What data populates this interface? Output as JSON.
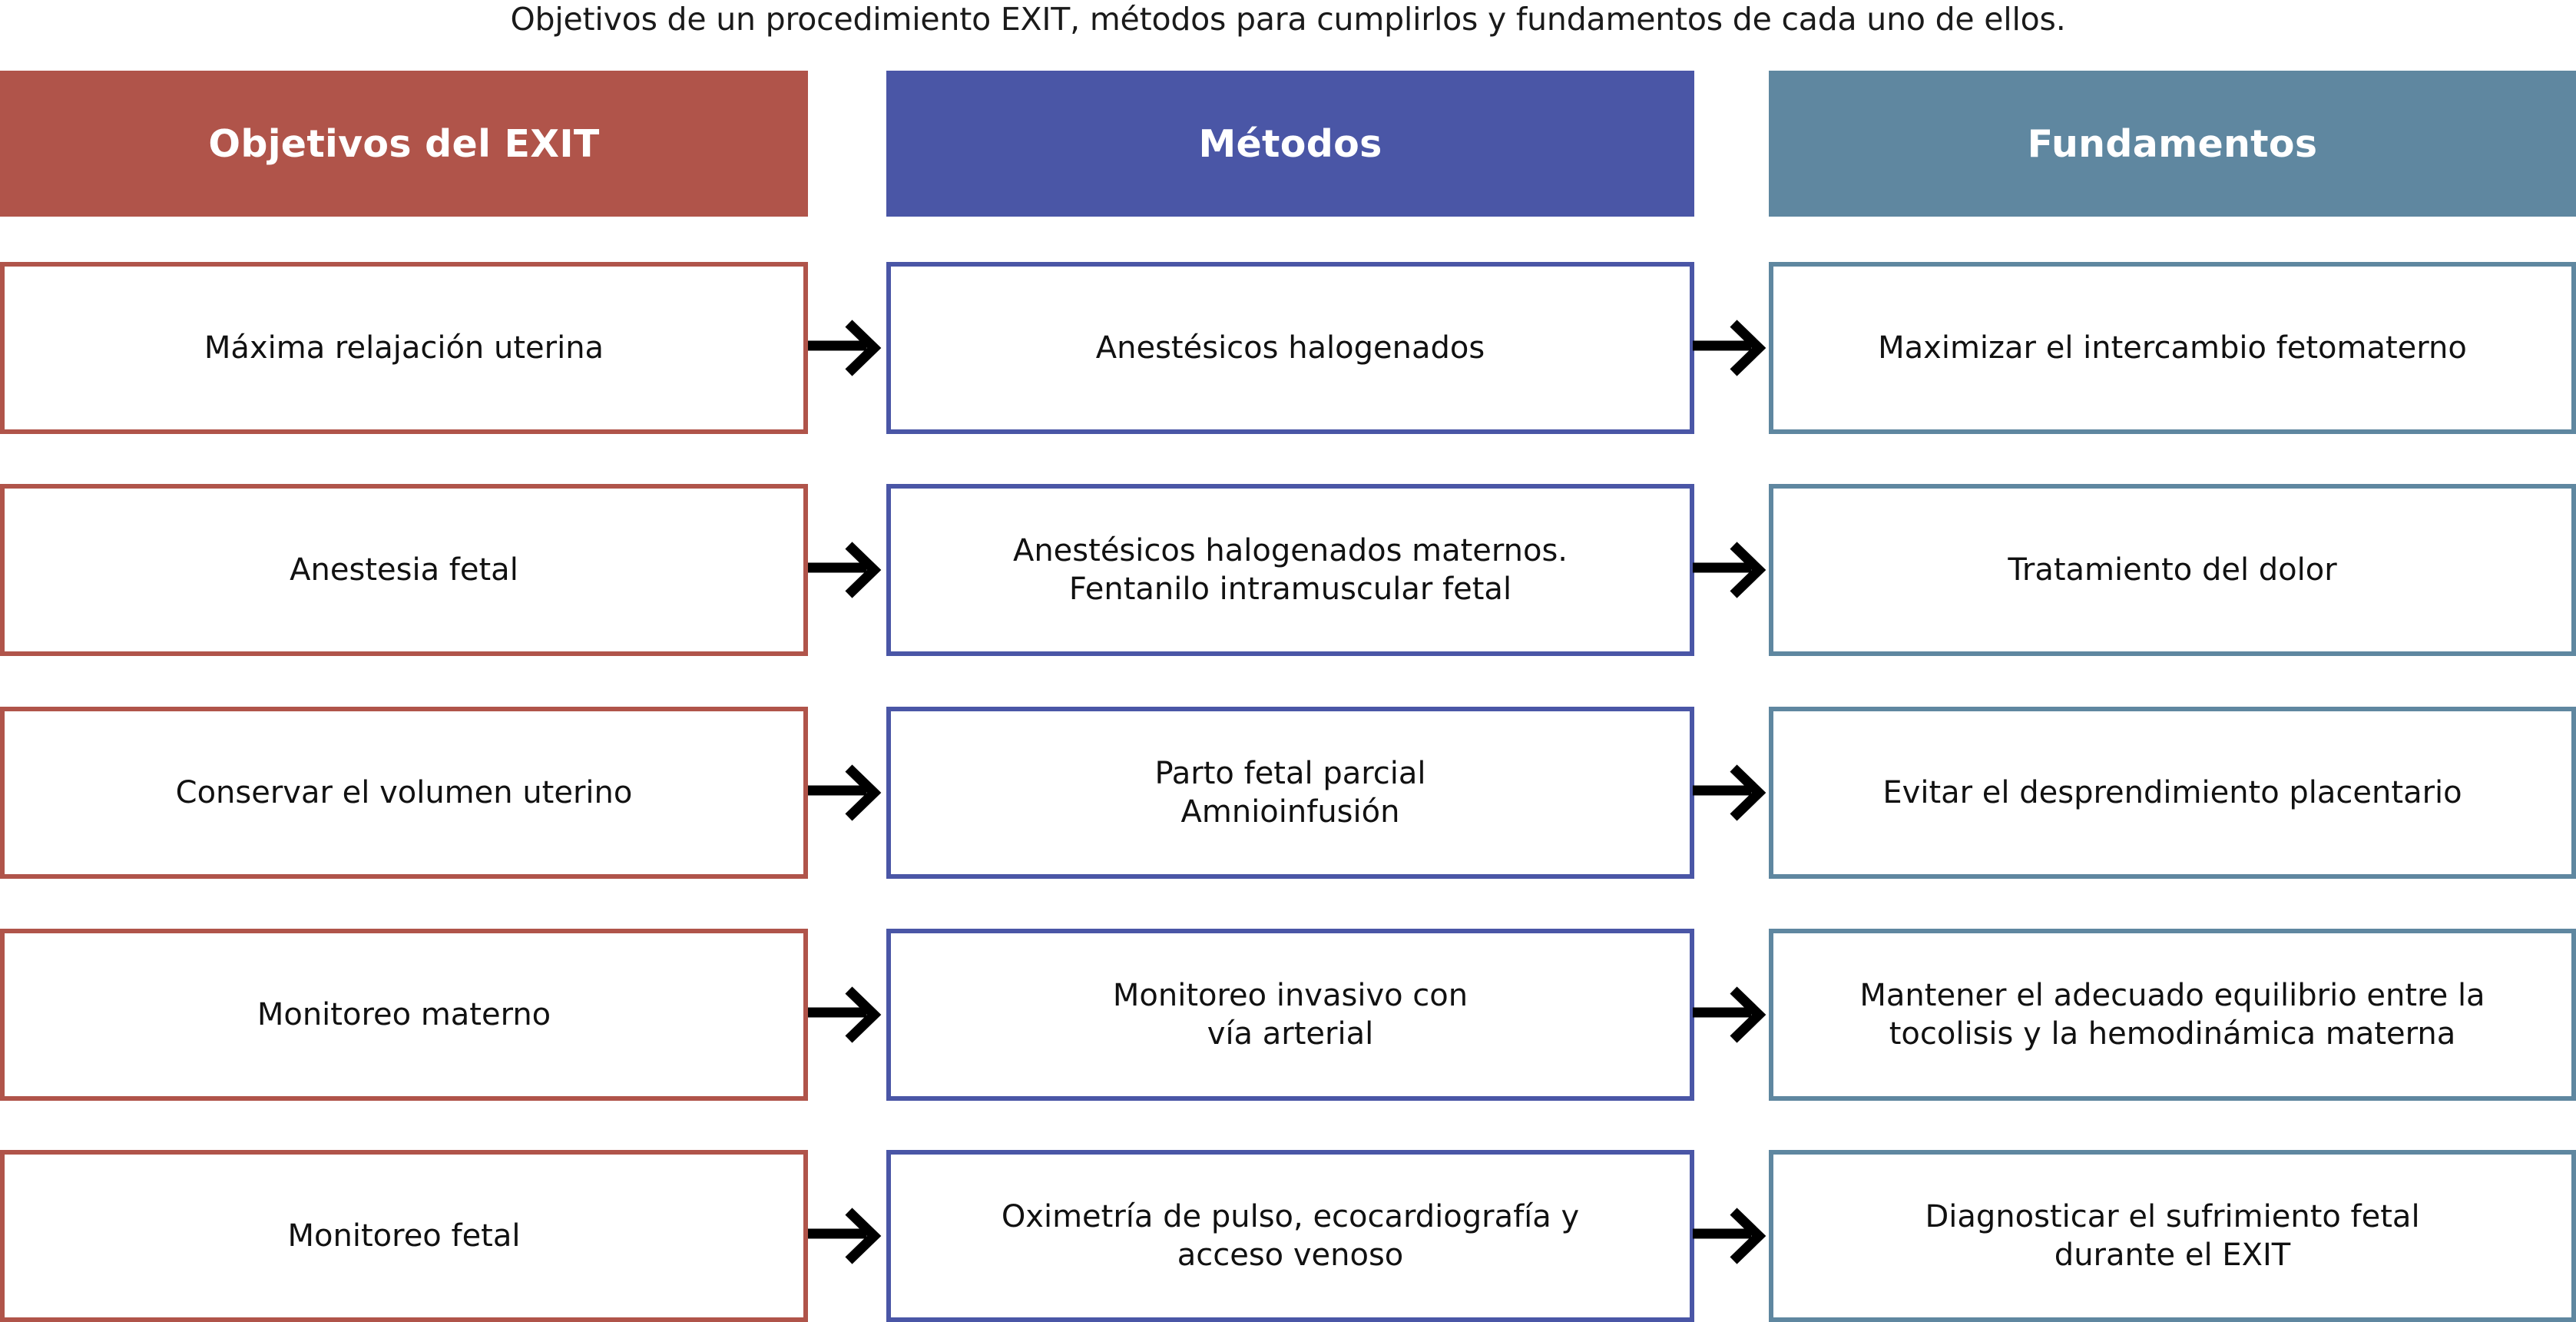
{
  "title": "Objetivos de un procedimiento EXIT, métodos para cumplirlos y fundamentos de cada uno de ellos.",
  "colors": {
    "objetivos": "#b0544a",
    "metodos": "#4a56a6",
    "fundamentos": "#5f87a0",
    "arrow": "#000000",
    "text": "#111111",
    "header_text": "#ffffff",
    "background": "#ffffff"
  },
  "headers": {
    "objetivos": "Objetivos del EXIT",
    "metodos": "Métodos",
    "fundamentos": "Fundamentos"
  },
  "rows": [
    {
      "objetivo": "Máxima relajación uterina",
      "metodo": "Anestésicos halogenados",
      "fundamento": "Maximizar el intercambio fetomaterno"
    },
    {
      "objetivo": "Anestesia fetal",
      "metodo": "Anestésicos halogenados maternos.\nFentanilo intramuscular fetal",
      "fundamento": "Tratamiento del dolor"
    },
    {
      "objetivo": "Conservar el volumen uterino",
      "metodo": "Parto fetal parcial\nAmnioinfusión",
      "fundamento": "Evitar el desprendimiento placentario"
    },
    {
      "objetivo": "Monitoreo materno",
      "metodo": "Monitoreo invasivo con\nvía arterial",
      "fundamento": "Mantener el adecuado equilibrio entre la\ntocolisis y la hemodinámica materna"
    },
    {
      "objetivo": "Monitoreo fetal",
      "metodo": "Oximetría de pulso, ecocardiografía y\nacceso venoso",
      "fundamento": "Diagnosticar el sufrimiento fetal\ndurante el EXIT"
    }
  ],
  "arrows": {
    "label": "arrow-right",
    "count": 10
  }
}
